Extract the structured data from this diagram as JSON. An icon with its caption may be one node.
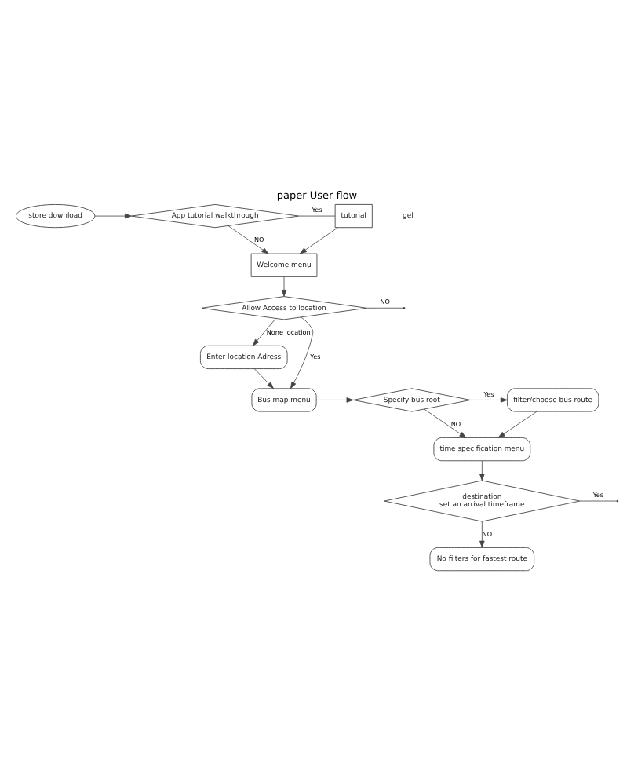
{
  "diagram": {
    "title": "paper User flow",
    "nodes": [
      {
        "text": [
          "store download"
        ]
      },
      {
        "text": [
          "App tutorial walkthrough"
        ]
      },
      {
        "text": [
          "tutorial"
        ]
      },
      {
        "text": [
          "Welcome menu"
        ]
      },
      {
        "text": [
          "Allow Access to location"
        ]
      },
      {
        "text": [
          "Enter location Adress"
        ]
      },
      {
        "text": [
          "Bus map menu"
        ]
      },
      {
        "text": [
          "Specify bus root"
        ]
      },
      {
        "text": [
          "filter/choose bus route"
        ]
      },
      {
        "text": [
          "time specification menu"
        ]
      },
      {
        "text": [
          "destination",
          "set an arrival timeframe"
        ]
      },
      {
        "text": [
          "No filters for fastest route"
        ]
      }
    ],
    "edges": [
      {
        "from": 0,
        "to": 1,
        "arrow": "to"
      },
      {
        "from": 1,
        "to": 2,
        "arrow": "none",
        "label": "Yes"
      },
      {
        "from": 1,
        "to": 3,
        "arrow": "to",
        "label": "NO"
      },
      {
        "from": 2,
        "to": 3,
        "arrow": "to"
      },
      {
        "from": 3,
        "to": 4,
        "arrow": "to"
      },
      {
        "from": 4,
        "to": 5,
        "arrow": "to",
        "label": "None location"
      },
      {
        "from": 4,
        "to": null,
        "arrow": "none",
        "label": "NO"
      },
      {
        "from": 4,
        "to": 6,
        "arrow": "to",
        "label": "Yes"
      },
      {
        "from": 5,
        "to": 6,
        "arrow": "to"
      },
      {
        "from": 6,
        "to": 7,
        "arrow": "to"
      },
      {
        "from": 7,
        "to": 8,
        "arrow": "to",
        "label": "Yes"
      },
      {
        "from": 7,
        "to": 9,
        "arrow": "to",
        "label": "NO"
      },
      {
        "from": 8,
        "to": 9,
        "arrow": "to"
      },
      {
        "from": 9,
        "to": 10,
        "arrow": "to"
      },
      {
        "from": 10,
        "to": null,
        "arrow": "none",
        "label": "Yes"
      },
      {
        "from": 10,
        "to": 11,
        "arrow": "to",
        "label": "NO"
      }
    ],
    "labels": [
      "gel"
    ]
  }
}
